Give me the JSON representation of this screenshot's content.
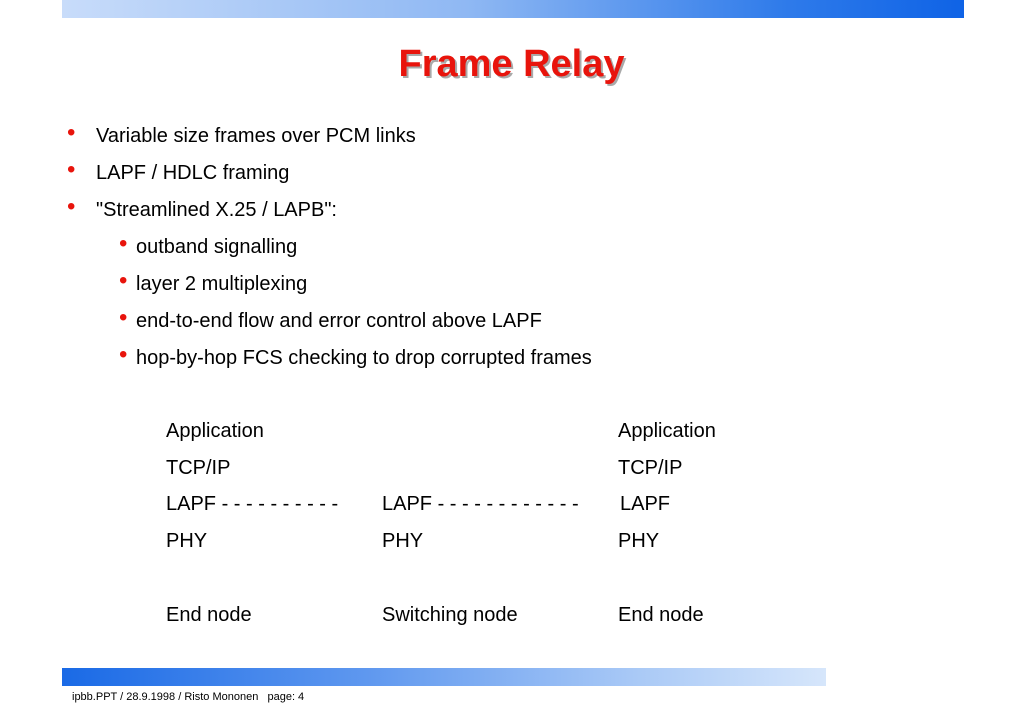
{
  "slide": {
    "title": "Frame Relay",
    "bullets": [
      "Variable size frames over PCM links",
      "LAPF / HDLC framing",
      "\"Streamlined X.25 / LAPB\":"
    ],
    "sub_bullets": [
      "outband signalling",
      "layer 2 multiplexing",
      "end-to-end flow and error control above LAPF",
      "hop-by-hop FCS checking to drop corrupted frames"
    ],
    "bullet_symbol": "•",
    "stack": {
      "left": {
        "application": "Application",
        "tcpip": "TCP/IP",
        "lapf": "LAPF - - - - - - - - - -",
        "phy": "PHY",
        "node": "End node"
      },
      "middle": {
        "lapf": "LAPF - - - - - - - - - - - -",
        "phy": "PHY",
        "node": "Switching node"
      },
      "right": {
        "application": "Application",
        "tcpip": "TCP/IP",
        "lapf": "LAPF",
        "phy": "PHY",
        "node": "End node"
      }
    },
    "footer": "ipbb.PPT / 28.9.1998 / Risto Mononen   page: 4"
  },
  "colors": {
    "title": "#e8140c",
    "bullet": "#e8140c",
    "bar_dark": "#0f63e6",
    "bar_light": "#c8dcfa"
  }
}
